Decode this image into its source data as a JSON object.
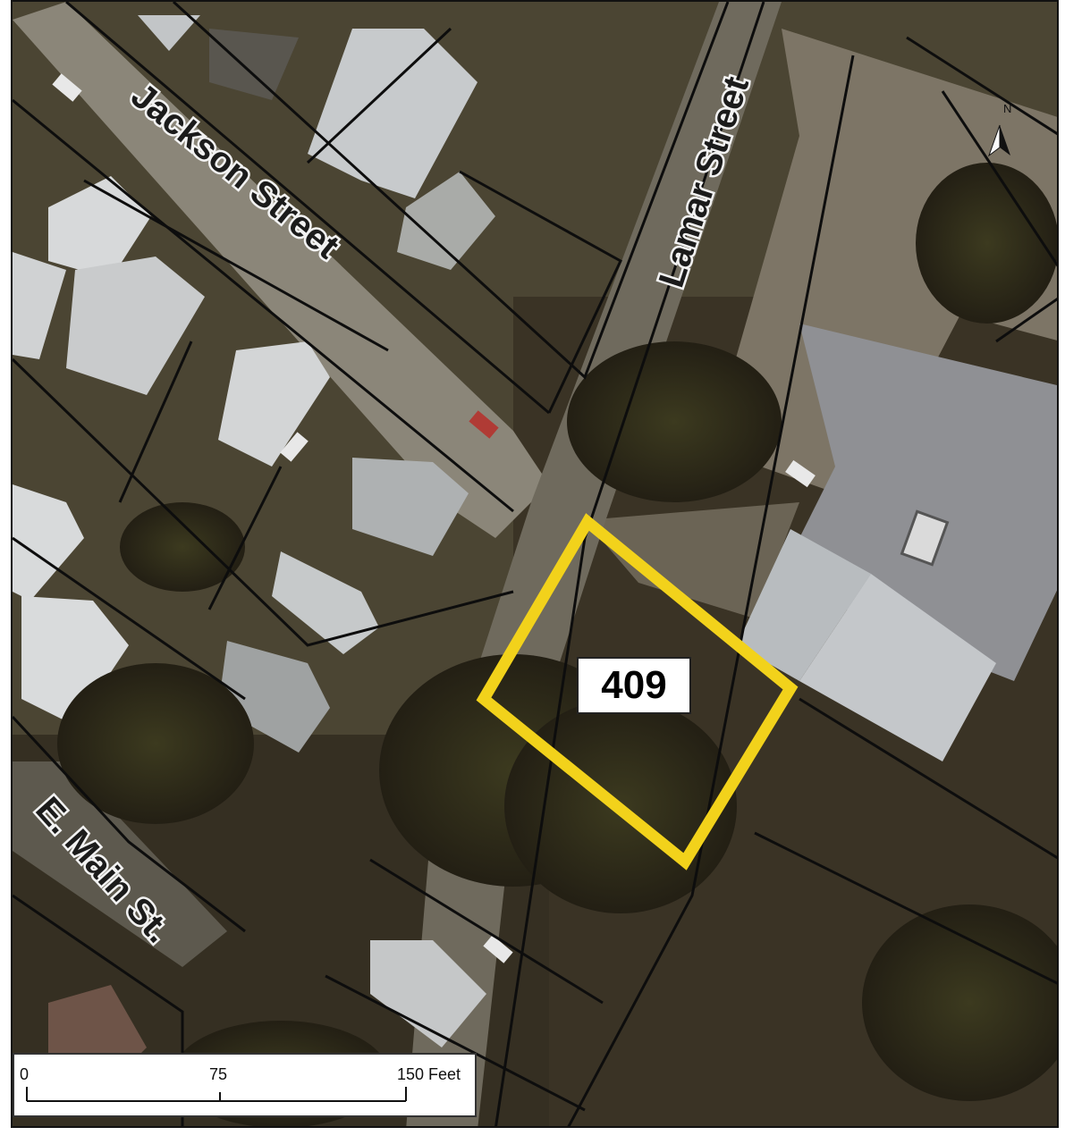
{
  "map": {
    "streets": {
      "jackson": "Jackson Street",
      "lamar": "Lamar Street",
      "main": "E. Main St."
    },
    "parcel": {
      "label": "409",
      "outline_color": "#f2d21b"
    },
    "scale_bar": {
      "labels": [
        "0",
        "75",
        "150 Feet"
      ]
    },
    "north_arrow": {
      "label": "N",
      "icon": "north-arrow-icon"
    },
    "colors": {
      "vegetation": "#3e3a24",
      "pavement": "#8a8578",
      "roof": "#c9cccd",
      "parcel_lines": "#0d0d0d",
      "parcel_highlight": "#f2d21b"
    }
  }
}
